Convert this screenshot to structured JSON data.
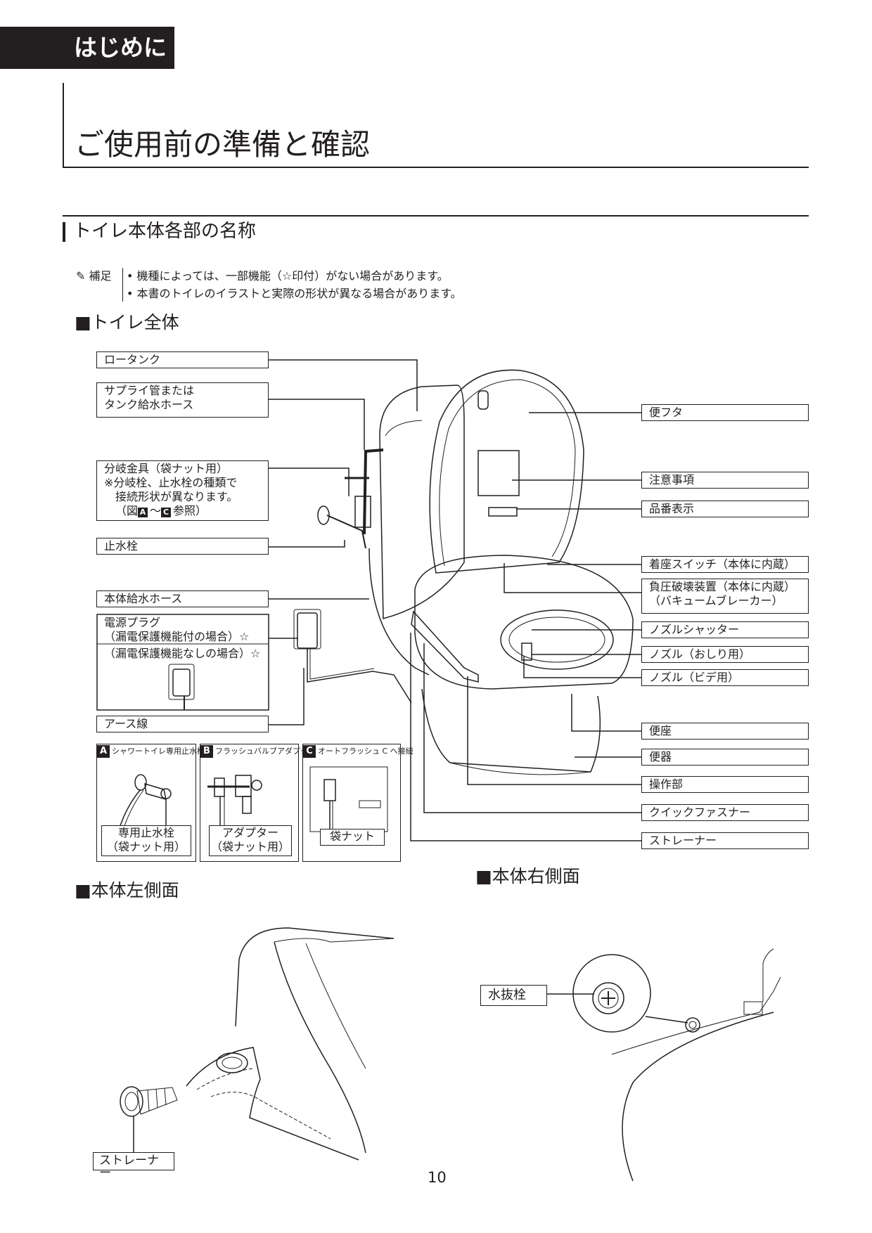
{
  "header": {
    "tab": "はじめに",
    "title": "ご使用前の準備と確認"
  },
  "section": {
    "title": "トイレ本体各部の名称",
    "note_label": "補足",
    "notes": [
      "• 機種によっては、一部機能（☆印付）がない場合があります。",
      "• 本書のトイレのイラストと実際の形状が異なる場合があります。"
    ]
  },
  "overall": {
    "heading": "■トイレ全体",
    "left_labels": {
      "low_tank": "ロータンク",
      "supply_1": "サプライ管または",
      "supply_2": "タンク給水ホース",
      "branch_1": "分岐金具（袋ナット用）",
      "branch_2": "※分岐栓、止水栓の種類で",
      "branch_3": "接続形状が異なります。",
      "branch_4a": "（図",
      "branch_4b": "～",
      "branch_4c": "参照）",
      "branch_badge_a": "A",
      "branch_badge_c": "C",
      "stop_valve": "止水栓",
      "body_hose": "本体給水ホース",
      "plug_1": "電源プラグ",
      "plug_2": "（漏電保護機能付の場合）☆",
      "plug_3": "（漏電保護機能なしの場合）☆",
      "earth": "アース線"
    },
    "right_labels": {
      "lid": "便フタ",
      "caution": "注意事項",
      "product_no": "品番表示",
      "seat_switch": "着座スイッチ（本体に内蔵）",
      "vacuum_1": "負圧破壊装置（本体に内蔵）",
      "vacuum_2": "（バキュームブレーカー）",
      "nozzle_shutter": "ノズルシャッター",
      "nozzle_rear": "ノズル（おしり用）",
      "nozzle_bidet": "ノズル（ビデ用）",
      "seat": "便座",
      "bowl": "便器",
      "control": "操作部",
      "quick_fastener": "クイックファスナー",
      "strainer": "ストレーナー"
    },
    "panels": [
      {
        "badge": "A",
        "title": "シャワートイレ専用止水栓へ接続",
        "label_1": "専用止水栓",
        "label_2": "（袋ナット用）"
      },
      {
        "badge": "B",
        "title": "フラッシュバルブアダプターへ接続",
        "label_1": "アダプター",
        "label_2": "（袋ナット用）"
      },
      {
        "badge": "C",
        "title": "オートフラッシュ C へ接続",
        "label_1": "袋ナット",
        "label_2": ""
      }
    ]
  },
  "left_side": {
    "heading": "■本体左側面",
    "label": "ストレーナー"
  },
  "right_side": {
    "heading": "■本体右側面",
    "label": "水抜栓"
  },
  "page_number": "10"
}
